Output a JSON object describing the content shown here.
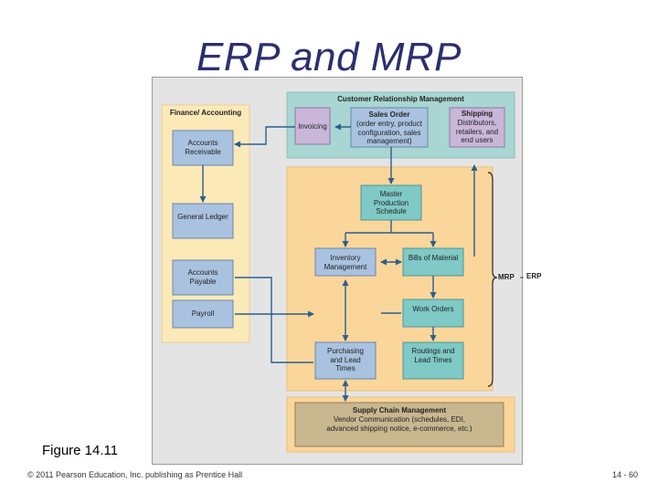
{
  "title": "ERP and MRP",
  "diagram": {
    "crm": {
      "title": "Customer Relationship Management",
      "invoicing": "Invoicing",
      "sales_order_title": "Sales Order",
      "sales_order_detail": "(order entry, product configuration, sales management)",
      "shipping_title": "Shipping",
      "shipping_detail": "Distributors, retailers, and end users"
    },
    "finance": {
      "title": "Finance/ Accounting",
      "receivable": "Accounts Receivable",
      "ledger": "General Ledger",
      "payable": "Accounts Payable",
      "payroll": "Payroll"
    },
    "mrp": {
      "master": "Master Production Schedule",
      "inventory": "Inventory Management",
      "bom": "Bills of Material",
      "work_orders": "Work Orders",
      "purchasing": "Purchasing and Lead Times",
      "routings": "Routings and Lead Times"
    },
    "scm": {
      "title": "Supply Chain Management",
      "detail": "Vendor Communication (schedules, EDI, advanced shipping notice, e-commerce, etc.)"
    },
    "bracket": {
      "mrp_label": "MRP",
      "erp_label": "ERP"
    },
    "colors": {
      "crm_panel": "#a9d6d2",
      "finance_panel": "#fce9b8",
      "mrp_panel": "#fbd69a",
      "box_blue": "#a9c2df",
      "box_teal": "#7fc9c6",
      "box_purple": "#c9b6d9",
      "scm_box": "#c9b790",
      "arrow": "#2a5f8f"
    }
  },
  "caption": "Figure 14.11",
  "copyright": "© 2011 Pearson Education, Inc. publishing as Prentice Hall",
  "page_number": "14 - 60"
}
